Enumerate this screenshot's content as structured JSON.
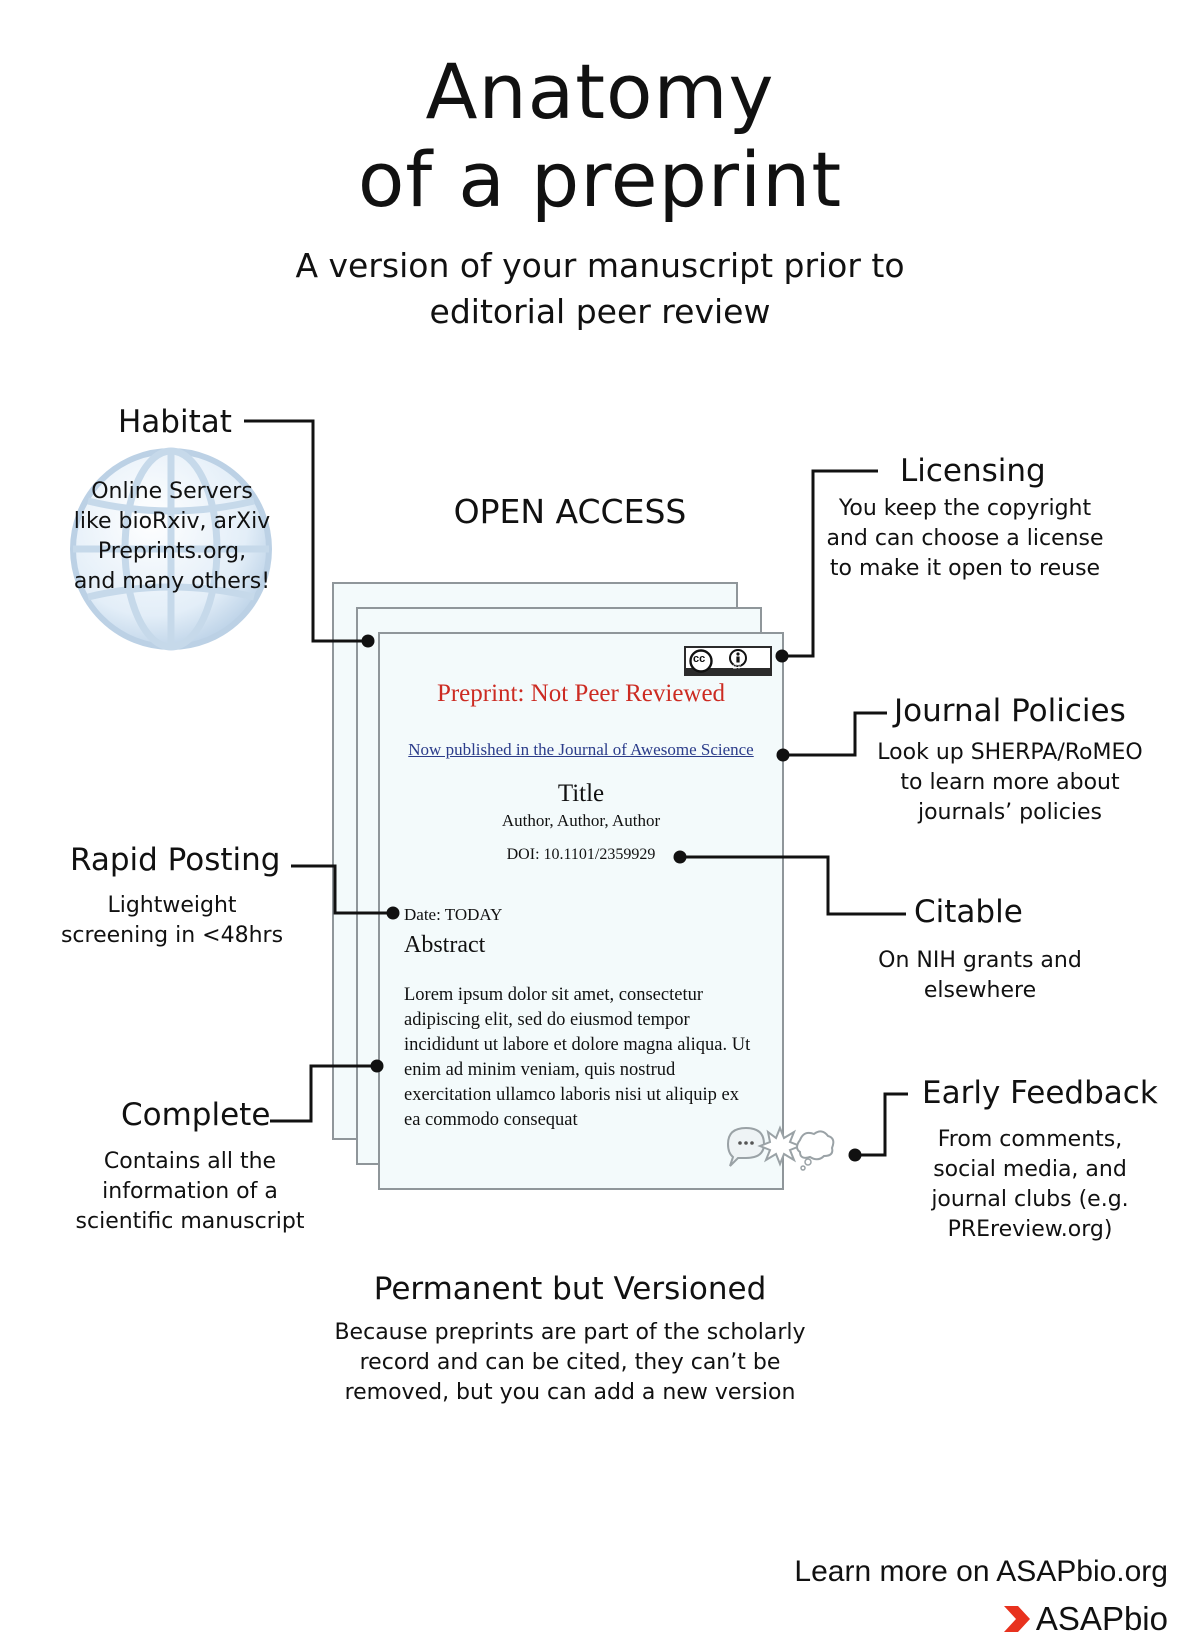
{
  "title_lines": [
    "Anatomy",
    "of a preprint"
  ],
  "subtitle_lines": [
    "A version of your manuscript prior to",
    "editorial peer review"
  ],
  "open_access": "OPEN ACCESS",
  "habitat": {
    "heading": "Habitat",
    "body": [
      "Online Servers",
      "like bioRxiv, arXiv",
      "Preprints.org,",
      "and many others!"
    ],
    "icon": "globe-icon"
  },
  "licensing": {
    "heading": "Licensing",
    "body": [
      "You keep the copyright",
      "and can choose a license",
      "to make it open to reuse"
    ]
  },
  "journal_policies": {
    "heading": "Journal Policies",
    "body": [
      "Look up SHERPA/RoMEO",
      "to learn more about",
      "journals’ policies"
    ]
  },
  "rapid_posting": {
    "heading": "Rapid Posting",
    "body": [
      "Lightweight",
      "screening in <48hrs"
    ]
  },
  "citable": {
    "heading": "Citable",
    "body": [
      "On NIH grants and",
      "elsewhere"
    ]
  },
  "complete": {
    "heading": "Complete",
    "body": [
      "Contains all the",
      "information of a",
      "scientific manuscript"
    ]
  },
  "early_feedback": {
    "heading": "Early Feedback",
    "body": [
      "From comments,",
      "social media, and",
      "journal clubs (e.g.",
      "PREreview.org)"
    ],
    "icon": "speech-bubbles-icon"
  },
  "permanent": {
    "heading": "Permanent but Versioned",
    "body": [
      "Because preprints are part of the scholarly",
      "record and can be cited, they can’t be",
      "removed, but you can add a new version"
    ]
  },
  "document": {
    "status": "Preprint: Not Peer Reviewed",
    "published_link": "Now published in the Journal of Awesome Science",
    "title": "Title",
    "authors": "Author, Author, Author",
    "doi": "DOI: 10.1101/2359929",
    "date": "Date: TODAY",
    "abstract_heading": "Abstract",
    "abstract_text": "Lorem ipsum dolor sit amet, consectetur adipiscing elit, sed do eiusmod tempor incididunt ut labore et dolore magna aliqua. Ut enim ad minim veniam, quis nostrud exercitation ullamco laboris nisi ut aliquip ex ea commodo consequat",
    "license_badge": {
      "cc": "cc",
      "by": "BY"
    }
  },
  "footer": {
    "learn_more": "Learn more on ASAPbio.org",
    "logo_text": "ASAPbio",
    "brand_color": "#e8321e"
  }
}
